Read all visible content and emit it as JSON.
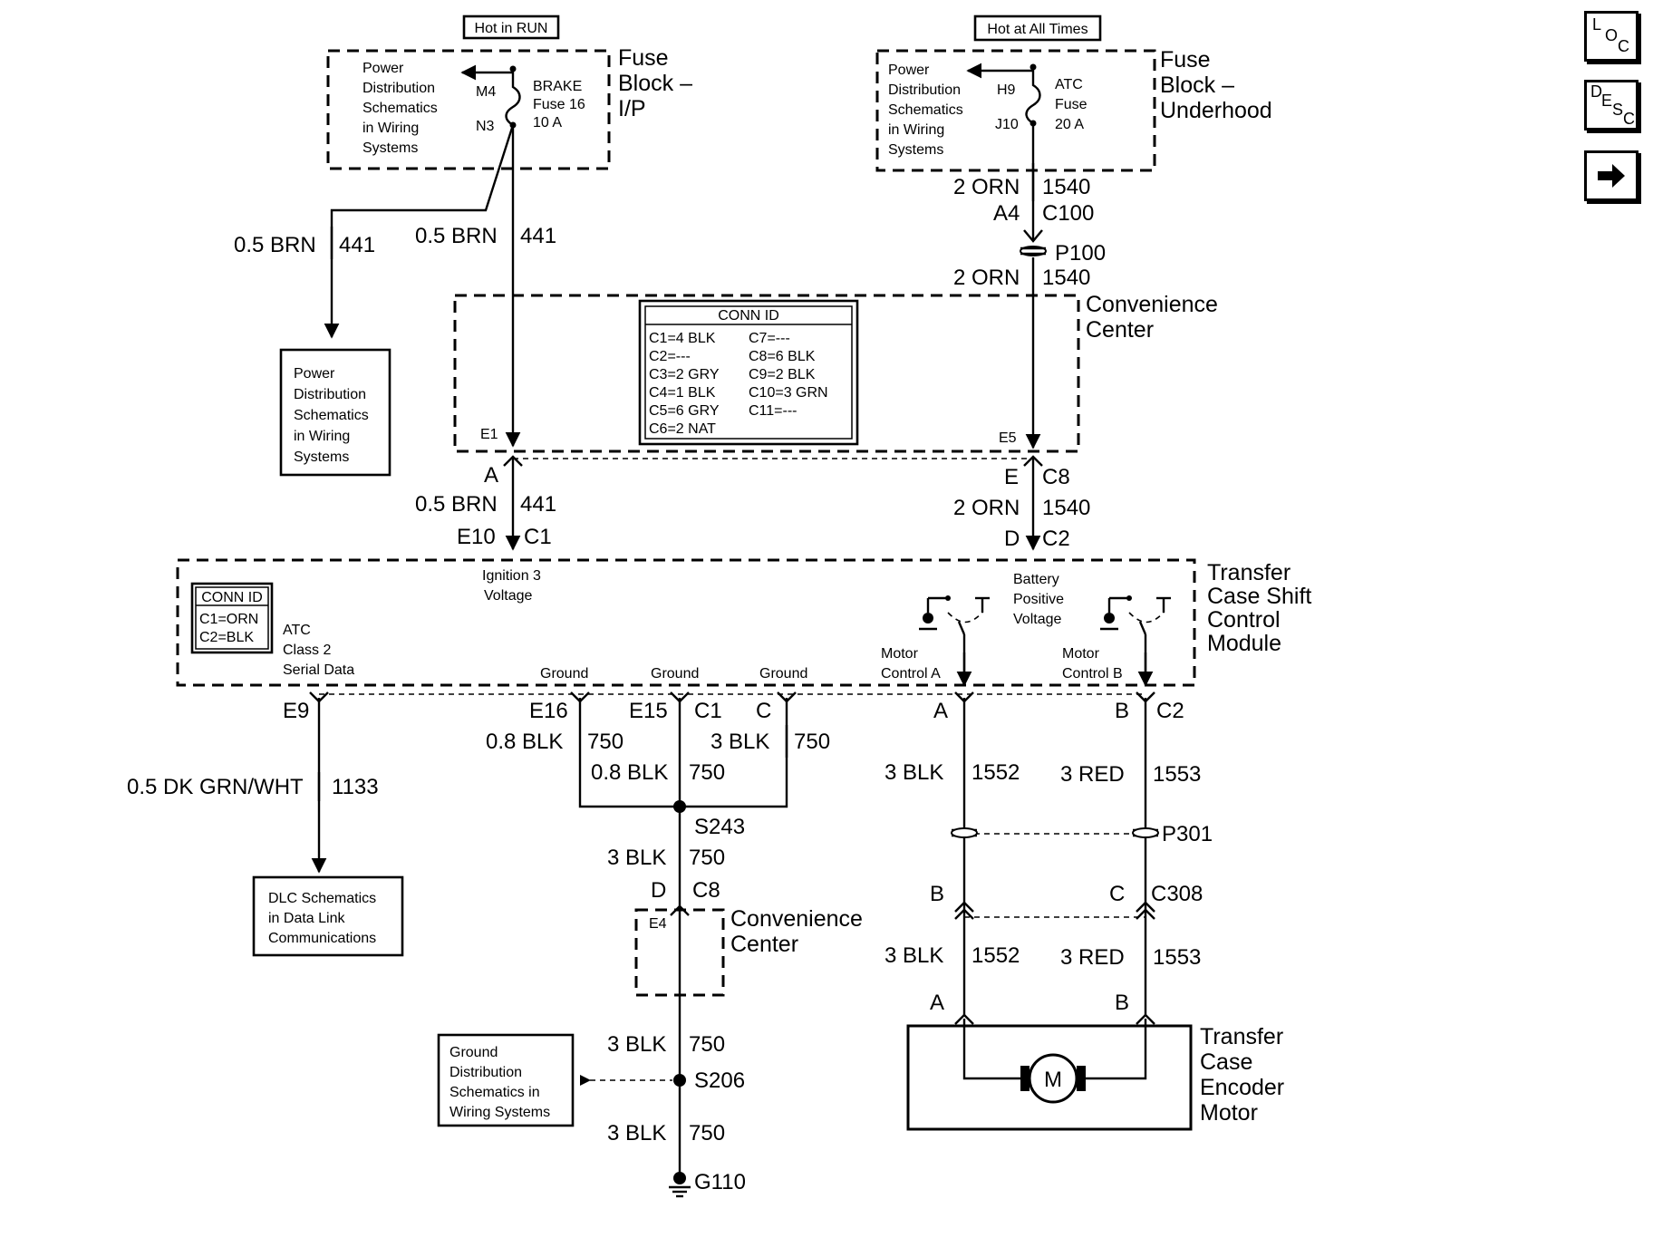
{
  "sidebar": {
    "loc": [
      "L",
      "O",
      "C"
    ],
    "desc": [
      "D",
      "E",
      "S",
      "C"
    ]
  },
  "power": {
    "hot_in_run": "Hot in RUN",
    "hot_at_all_times": "Hot at All Times",
    "pd_lines": [
      "Power",
      "Distribution",
      "Schematics",
      "in Wiring",
      "Systems"
    ],
    "fuse_block_ip": [
      "Fuse",
      "Block –",
      "I/P"
    ],
    "fuse_block_uh": [
      "Fuse",
      "Block –",
      "Underhood"
    ],
    "brake_fuse": [
      "BRAKE",
      "Fuse 16",
      "10 A"
    ],
    "atc_fuse": [
      "ATC",
      "Fuse",
      "20 A"
    ],
    "m4": "M4",
    "n3": "N3",
    "h9": "H9",
    "j10": "J10"
  },
  "wires": {
    "brn_size": "0.5 BRN",
    "brn_circuit": "441",
    "orn_size": "2 ORN",
    "orn_circuit": "1540",
    "dkgrn_size": "0.5 DK GRN/WHT",
    "dkgrn_circuit": "1133",
    "blk08": "0.8 BLK",
    "blk3": "3 BLK",
    "blk_circuit": "750",
    "red3": "3 RED",
    "c1552": "1552",
    "c1553": "1553"
  },
  "connectors": {
    "a4": "A4",
    "c100": "C100",
    "p100": "P100",
    "e1": "E1",
    "e5": "E5",
    "a": "A",
    "e": "E",
    "c8": "C8",
    "e10": "E10",
    "c1": "C1",
    "d": "D",
    "c2": "C2",
    "e9": "E9",
    "e16": "E16",
    "e15": "E15",
    "c": "C",
    "b": "B",
    "p301": "P301",
    "c308": "C308",
    "s243": "S243",
    "s206": "S206",
    "g110": "G110",
    "e4": "E4"
  },
  "convenience_center": {
    "label": [
      "Convenience",
      "Center"
    ],
    "conn_id_title": "CONN ID",
    "conn_id_left": [
      "C1=4 BLK",
      "C2=---",
      "C3=2 GRY",
      "C4=1 BLK",
      "C5=6 GRY",
      "C6=2 NAT"
    ],
    "conn_id_right": [
      "C7=---",
      "C8=6 BLK",
      "C9=2 BLK",
      "C10=3 GRN",
      "C11=---"
    ]
  },
  "module": {
    "label": [
      "Transfer",
      "Case Shift",
      "Control",
      "Module"
    ],
    "conn_id_title": "CONN ID",
    "conn_id": [
      "C1=ORN",
      "C2=BLK"
    ],
    "atc_serial": [
      "ATC",
      "Class 2",
      "Serial Data"
    ],
    "ignition": [
      "Ignition 3",
      "Voltage"
    ],
    "battery": [
      "Battery",
      "Positive",
      "Voltage"
    ],
    "ground": "Ground",
    "motor_a": [
      "Motor",
      "Control A"
    ],
    "motor_b": [
      "Motor",
      "Control B"
    ]
  },
  "boxes": {
    "pd_schem": [
      "Power",
      "Distribution",
      "Schematics",
      "in Wiring",
      "Systems"
    ],
    "dlc": [
      "DLC Schematics",
      "in Data Link",
      "Communications"
    ],
    "ground_dist": [
      "Ground",
      "Distribution",
      "Schematics in",
      "Wiring Systems"
    ]
  },
  "motor": {
    "label": [
      "Transfer",
      "Case",
      "Encoder",
      "Motor"
    ],
    "symbol": "M"
  }
}
